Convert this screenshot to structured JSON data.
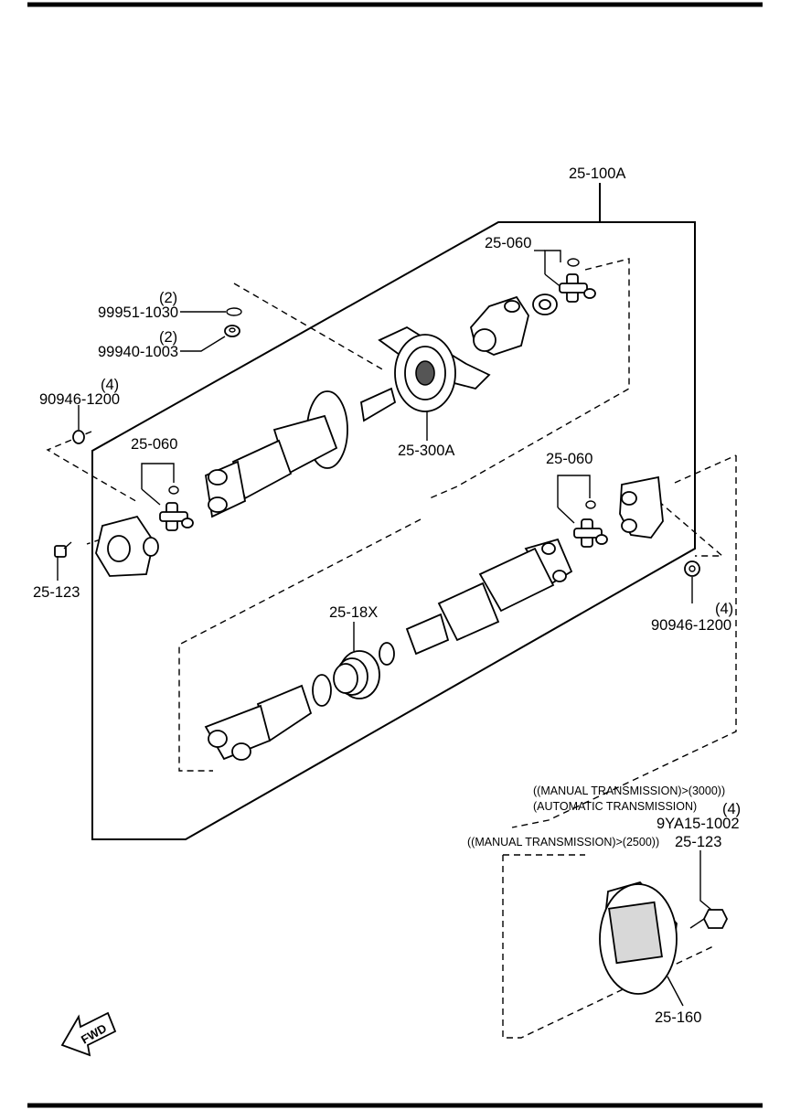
{
  "labels": {
    "assembly": "25-100A",
    "ujoint_top": "25-060",
    "ujoint_left": "25-060",
    "ujoint_right": "25-060",
    "washer_qty": "(2)",
    "washer_part": "99951-1030",
    "nut_small_qty": "(2)",
    "nut_small_part": "99940-1003",
    "nut_left_qty": "(4)",
    "nut_left_part": "90946-1200",
    "center_bearing": "25-300A",
    "bolt_left": "25-123",
    "boot_kit": "25-18X",
    "nut_right_qty": "(4)",
    "nut_right_part": "90946-1200",
    "note_manual_3000": "((MANUAL TRANSMISSION)>(3000))",
    "note_automatic": "(AUTOMATIC TRANSMISSION)",
    "bolt_right_qty": "(4)",
    "bolt_right_alt_part": "9YA15-1002",
    "note_manual_2500": "((MANUAL TRANSMISSION)>(2500))",
    "bolt_right_part": "25-123",
    "damper": "25-160",
    "fwd_arrow": "FWD"
  },
  "colors": {
    "line": "#000000",
    "background": "#ffffff",
    "shade": "#d8d8d8"
  }
}
